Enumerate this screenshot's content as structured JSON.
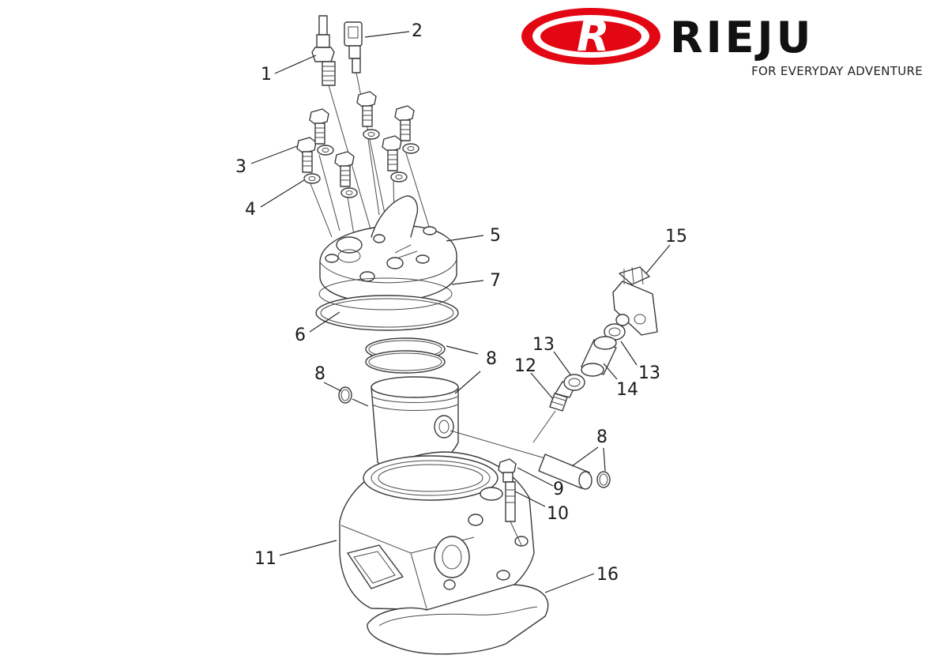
{
  "brand": {
    "logo_letter": "R",
    "wordmark": "RIEJU",
    "tagline": "FOR EVERYDAY ADVENTURE",
    "accent_color": "#e30613"
  },
  "diagram": {
    "type": "exploded-parts-view",
    "callouts": [
      {
        "id": "c1",
        "label": "1"
      },
      {
        "id": "c2",
        "label": "2"
      },
      {
        "id": "c3",
        "label": "3"
      },
      {
        "id": "c4",
        "label": "4"
      },
      {
        "id": "c5",
        "label": "5"
      },
      {
        "id": "c6",
        "label": "6"
      },
      {
        "id": "c7",
        "label": "7"
      },
      {
        "id": "c8a",
        "label": "8"
      },
      {
        "id": "c8b",
        "label": "8"
      },
      {
        "id": "c8c",
        "label": "8"
      },
      {
        "id": "c9",
        "label": "9"
      },
      {
        "id": "c10",
        "label": "10"
      },
      {
        "id": "c11",
        "label": "11"
      },
      {
        "id": "c12",
        "label": "12"
      },
      {
        "id": "c13a",
        "label": "13"
      },
      {
        "id": "c13b",
        "label": "13"
      },
      {
        "id": "c14",
        "label": "14"
      },
      {
        "id": "c15",
        "label": "15"
      },
      {
        "id": "c16",
        "label": "16"
      }
    ],
    "parts": [
      "spark-plug",
      "temperature-sensor",
      "head-bolt",
      "washer",
      "cylinder-head",
      "head-gasket-inner",
      "head-gasket-outer",
      "piston-ring",
      "circlip",
      "piston-pin",
      "stud-nut",
      "stud",
      "cylinder",
      "nipple",
      "hose-clamp",
      "hose",
      "pressure-sensor",
      "base-gasket"
    ]
  }
}
